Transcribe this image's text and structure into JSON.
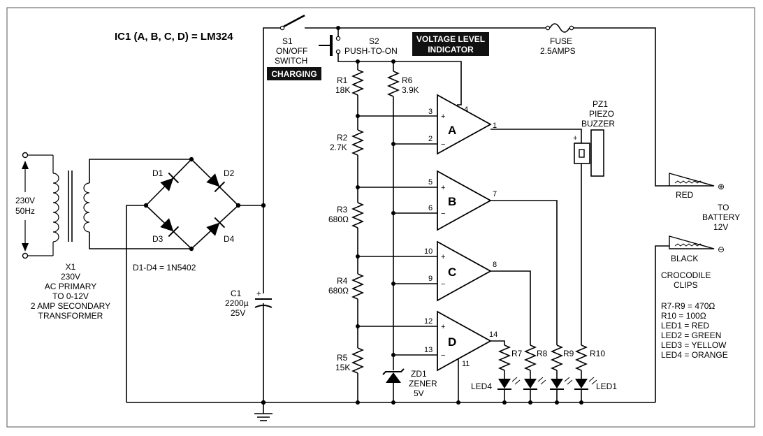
{
  "title": "IC1 (A, B, C, D) = LM324",
  "labels": {
    "ac_in": [
      "230V",
      "50Hz"
    ],
    "transformer": [
      "X1",
      "230V",
      "AC PRIMARY",
      "TO 0-12V",
      "2 AMP SECONDARY",
      "TRANSFORMER"
    ],
    "diodes": {
      "d1": "D1",
      "d2": "D2",
      "d3": "D3",
      "d4": "D4",
      "note": "D1-D4 = 1N5402"
    },
    "c1": [
      "C1",
      "2200µ",
      "25V"
    ],
    "s1": [
      "S1",
      "ON/OFF",
      "SWITCH"
    ],
    "charging": "CHARGING",
    "s2": [
      "S2",
      "PUSH-TO-ON"
    ],
    "vli": [
      "VOLTAGE LEVEL",
      "INDICATOR"
    ],
    "fuse": [
      "FUSE",
      "2.5AMPS"
    ],
    "r1": [
      "R1",
      "18K"
    ],
    "r2": [
      "R2",
      "2.7K"
    ],
    "r3": [
      "R3",
      "680Ω"
    ],
    "r4": [
      "R4",
      "680Ω"
    ],
    "r5": [
      "R5",
      "15K"
    ],
    "r6": [
      "R6",
      "3.9K"
    ],
    "zd1": [
      "ZD1",
      "ZENER",
      "5V"
    ],
    "opamps": {
      "a": "A",
      "b": "B",
      "c": "C",
      "d": "D"
    },
    "pins": {
      "p3": "3",
      "p2": "2",
      "p4": "4",
      "p1": "1",
      "p5": "5",
      "p6": "6",
      "p7": "7",
      "p10": "10",
      "p9": "9",
      "p8": "8",
      "p12": "12",
      "p13": "13",
      "p14": "14",
      "p11": "11"
    },
    "pz1": [
      "PZ1",
      "PIEZO",
      "BUZZER"
    ],
    "r7": "R7",
    "r8": "R8",
    "r9": "R9",
    "r10": "R10",
    "led4": "LED4",
    "led1": "LED1",
    "red": "RED",
    "black": "BLACK",
    "battery": [
      "TO",
      "BATTERY",
      "12V"
    ],
    "clips": [
      "CROCODILE",
      "CLIPS"
    ],
    "legend": [
      "R7-R9 = 470Ω",
      "R10 = 100Ω",
      "LED1 = RED",
      "LED2 = GREEN",
      "LED3 = YELLOW",
      "LED4 = ORANGE"
    ],
    "plus": "+",
    "minus": "−",
    "pos": "⊕",
    "neg": "⊖"
  }
}
